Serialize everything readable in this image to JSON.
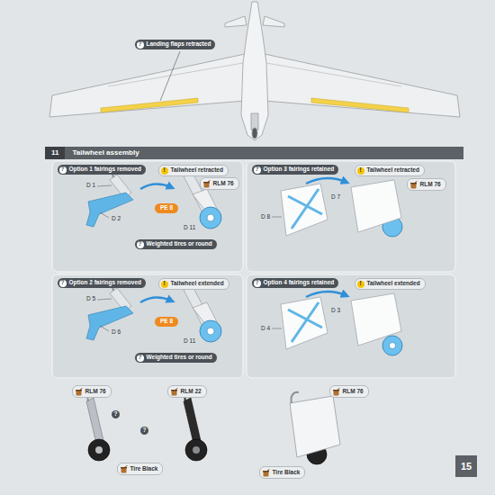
{
  "diagram": {
    "nodes": [
      {
        "text": [
          "11",
          "Tailwheel assembly"
        ]
      },
      {
        "text": [
          "?",
          "Landing flaps retracted"
        ]
      },
      {
        "text": [
          "?",
          "Option 1 fairings removed"
        ]
      },
      {
        "text": [
          "!",
          "Tailwheel retracted"
        ]
      },
      {
        "text": [
          "RLM 76"
        ]
      },
      {
        "text": [
          "PE 8"
        ]
      },
      {
        "text": [
          "?",
          "Weighted tires or round"
        ]
      },
      {
        "text": [
          "?",
          "Option 3 fairings retained"
        ]
      },
      {
        "text": [
          "!",
          "Tailwheel retracted"
        ]
      },
      {
        "text": [
          "RLM 76"
        ]
      },
      {
        "text": [
          "?",
          "Option 2 fairings removed"
        ]
      },
      {
        "text": [
          "!",
          "Tailwheel extended"
        ]
      },
      {
        "text": [
          "PE 8"
        ]
      },
      {
        "text": [
          "?",
          "Weighted tires or round"
        ]
      },
      {
        "text": [
          "?",
          "Option 4 fairings retained"
        ]
      },
      {
        "text": [
          "!",
          "Tailwheel extended"
        ]
      },
      {
        "text": [
          "RLM 76"
        ]
      },
      {
        "text": [
          "RLM 22"
        ]
      },
      {
        "text": [
          "Tire Black"
        ]
      },
      {
        "text": [
          "RLM 76"
        ]
      },
      {
        "text": [
          "Tire Black"
        ]
      },
      {
        "text": [
          "15"
        ]
      }
    ],
    "labels": [
      "D 1",
      "D 2",
      "D 11",
      "D 5",
      "D 6",
      "D 11",
      "D 7",
      "D 8",
      "D 3",
      "D 4",
      "?",
      "?"
    ]
  }
}
